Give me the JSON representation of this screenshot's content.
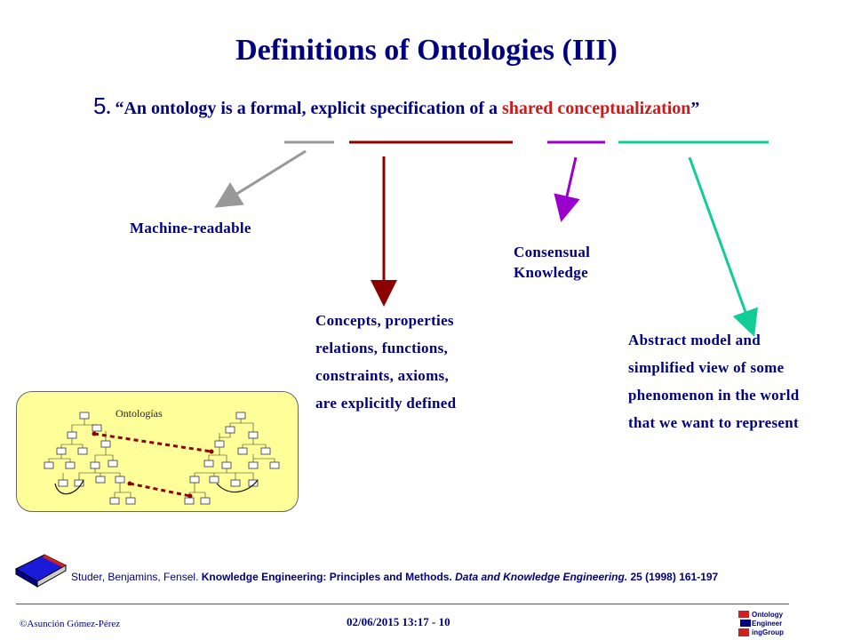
{
  "title": "Definitions of Ontologies (III)",
  "quote": {
    "number": "5",
    "pre": ". “An ontology is a formal, explicit specification of a ",
    "highlight": "shared conceptualization",
    "post": "”"
  },
  "labels": {
    "machine_readable": "Machine-readable",
    "consensual_1": "Consensual",
    "consensual_2": "Knowledge",
    "concepts": [
      "Concepts, properties",
      "relations, functions,",
      "constraints, axioms,",
      "are explicitly defined"
    ],
    "abstract": [
      "Abstract model and",
      "simplified view of some",
      "phenomenon  in the world",
      "that we want to represent"
    ]
  },
  "colors": {
    "formal": "#999999",
    "explicit": "#8b0000",
    "shared": "#9900cc",
    "conceptualization": "#11cc99"
  },
  "ontology_box_label": "Ontologías",
  "reference": {
    "authors": "Studer, Benjamins,  Fensel. ",
    "title": "Knowledge Engineering: Principles and Methods. ",
    "journal": "Data and Knowledge Engineering. ",
    "details": "25 (1998) 161-197"
  },
  "footer": {
    "author": "©Asunción Gómez-Pérez",
    "datetime": "02/06/2015 13:17 - 10",
    "logo_lines": [
      "Ontology",
      "Engineer",
      "ingGroup"
    ]
  }
}
